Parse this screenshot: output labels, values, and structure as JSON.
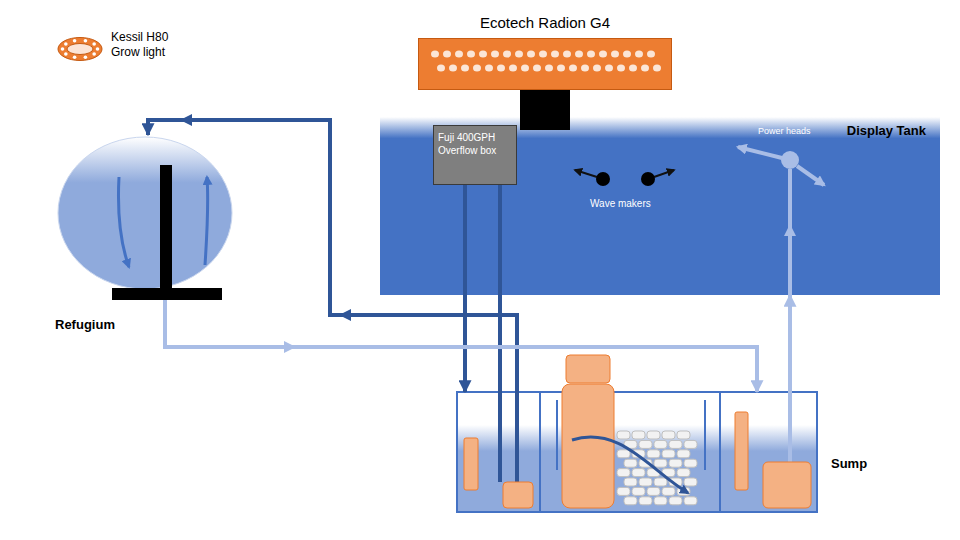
{
  "diagram": {
    "nodes": [
      {
        "text": [
          "Ecotech Radion G4"
        ]
      },
      {
        "text": [
          "Kessil H80 Grow light"
        ]
      },
      {
        "text": [
          "Display Tank"
        ]
      },
      {
        "text": [
          "Fuji 400GPH Overflow box"
        ],
        "in": 2
      },
      {
        "text": [
          "Refugium"
        ]
      },
      {
        "text": [
          "Sump"
        ]
      }
    ],
    "edges": [
      {
        "from": 3,
        "to": 5,
        "arrow": "to"
      },
      {
        "from": 5,
        "to": 4,
        "arrow": "to"
      },
      {
        "from": 4,
        "to": 5,
        "arrow": "to"
      },
      {
        "from": 5,
        "to": 2,
        "arrow": "to"
      }
    ],
    "labels": [
      "Wave makers",
      "Power heads"
    ]
  }
}
